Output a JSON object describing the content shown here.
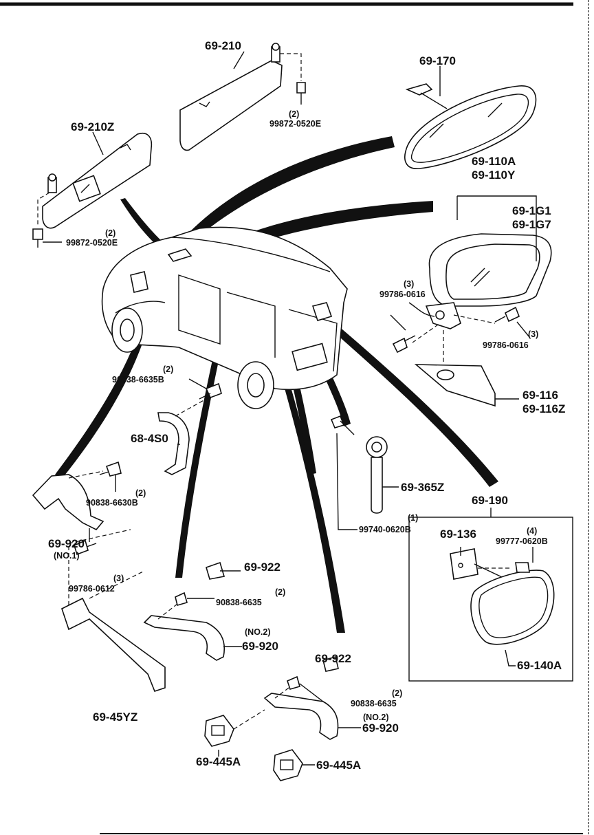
{
  "parts": {
    "visor_right": "69-210",
    "visor_right_screw": "99872-0520E",
    "visor_right_screw_qty": "(2)",
    "mirror_inner": "69-170",
    "visor_left": "69-210Z",
    "visor_left_screw": "99872-0520E",
    "visor_left_screw_qty": "(2)",
    "door_mirror_1": "69-110A",
    "door_mirror_2": "69-110Y",
    "glass_1": "69-1G1",
    "glass_2": "69-1G7",
    "mirror_bolt_a": "99786-0616",
    "mirror_bolt_a_qty": "(3)",
    "mirror_bolt_b": "99786-0616",
    "mirror_bolt_b_qty": "(3)",
    "cover_1": "69-116",
    "cover_2": "69-116Z",
    "grip_bolt": "90838-6635B",
    "grip_bolt_qty": "(2)",
    "grip_68": "68-4S0",
    "hook": "69-365Z",
    "hook_screw": "99740-0620B",
    "hook_screw_qty": "(1)",
    "rear_mirror_assy": "69-190",
    "bracket": "69-136",
    "rear_mirror_bolt": "99777-0620B",
    "rear_mirror_bolt_qty": "(4)",
    "rear_mirror": "69-140A",
    "grip_no1": "69-920",
    "grip_no1_tag": "(NO.1)",
    "grip_no1_bolt": "90838-6630B",
    "grip_no1_bolt_qty": "(2)",
    "clip_a": "69-922",
    "clip_a_screw": "90838-6635",
    "clip_a_screw_qty": "(2)",
    "rail_bolt": "99786-0612",
    "rail_bolt_qty": "(3)",
    "grip_no2_a": "69-920",
    "grip_no2_a_tag": "(NO.2)",
    "rail": "69-45YZ",
    "clip_b": "69-922",
    "clip_b_screw": "90838-6635",
    "clip_b_screw_qty": "(2)",
    "grip_no2_b": "69-920",
    "grip_no2_b_tag": "(NO.2)",
    "cap_a": "69-445A",
    "cap_b": "69-445A"
  }
}
